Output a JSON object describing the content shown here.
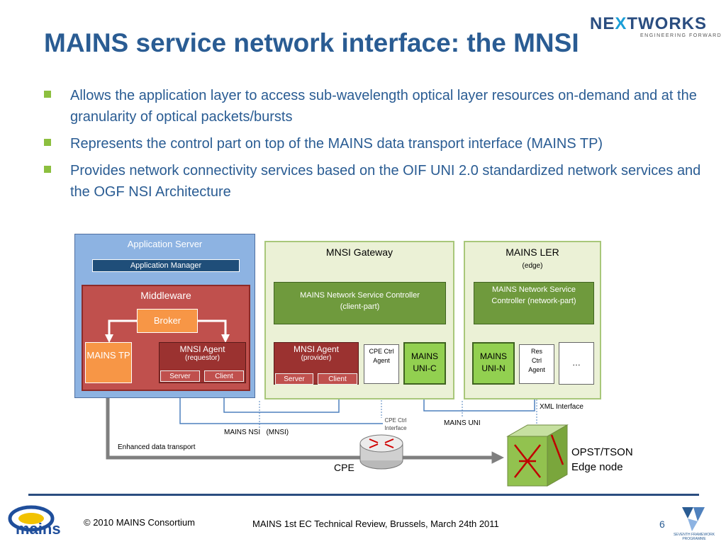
{
  "slide": {
    "title": "MAINS service network interface: the MNSI",
    "logo": {
      "pre": "NE",
      "x": "X",
      "post": "TWORKS",
      "tagline": "ENGINEERING FORWARD"
    },
    "bullets": [
      "Allows the application layer to access sub-wavelength optical layer resources on-demand and at the granularity of optical packets/bursts",
      "Represents the control part on top of the MAINS data transport interface (MAINS TP)",
      "Provides network connectivity services based on the OIF UNI 2.0 standardized network services and the OGF NSI Architecture"
    ]
  },
  "diagram": {
    "app_server": {
      "label": "Application Server",
      "manager": "Application Manager",
      "middleware": "Middleware",
      "broker": "Broker",
      "mains_tp": "MAINS TP"
    },
    "mnsi_agent_requestor": {
      "title": "MNSI Agent",
      "sub": "(requestor)",
      "server": "Server",
      "client": "Client"
    },
    "gateway": {
      "label": "MNSI Gateway",
      "controller_line1": "MAINS Network  Service Controller",
      "controller_line2": "(client-part)"
    },
    "mnsi_agent_provider": {
      "title": "MNSI Agent",
      "sub": "(provider)",
      "server": "Server",
      "client": "Client"
    },
    "cpe_ctrl_agent": "CPE Ctrl Agent",
    "mains_uni_c": "MAINS UNI-C",
    "ler": {
      "label": "MAINS LER",
      "sub": "(edge)",
      "controller": "MAINS Network  Service Controller (network-part)"
    },
    "mains_uni_n": "MAINS UNI-N",
    "res_ctrl_agent": "Res Ctrl Agent",
    "ellipsis": "…",
    "xml_interface": "XML Interface",
    "cpe_ctrl_interface": "CPE Ctrl Interface",
    "mains_uni": "MAINS UNI",
    "mains_nsi": "MAINS NSI   (MNSI)",
    "enhanced_transport": "Enhanced data transport",
    "cpe": "CPE",
    "opst_node": "OPST/TSON Edge node"
  },
  "footer": {
    "logo_text": "mains",
    "copyright": "© 2010 MAINS Consortium",
    "review": "MAINS 1st EC Technical Review, Brussels, March 24th 2011",
    "page": "6",
    "fp7_text": "SEVENTH FRAMEWORK PROGRAMME"
  }
}
